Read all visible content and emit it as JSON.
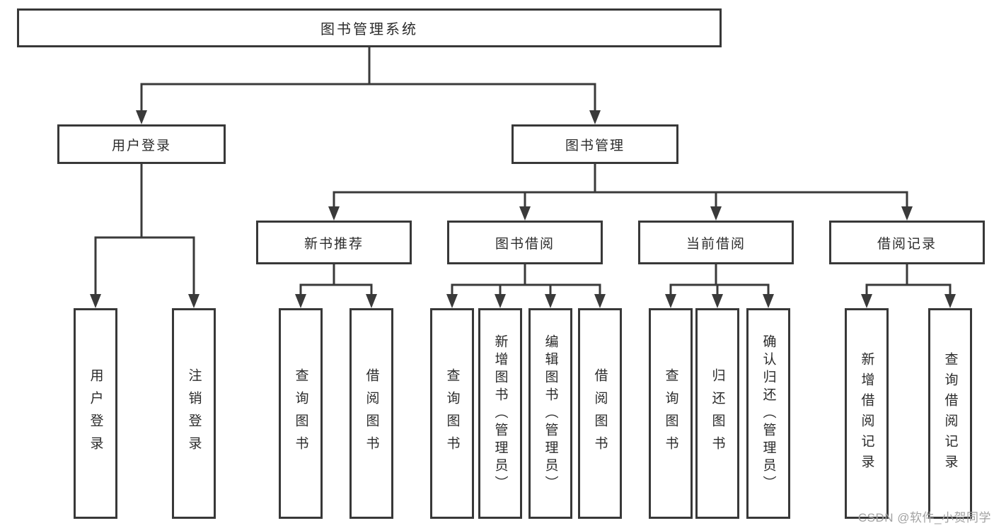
{
  "diagram": {
    "root": {
      "label": "图书管理系统"
    },
    "level2": {
      "user_login": {
        "label": "用户登录"
      },
      "book_management": {
        "label": "图书管理"
      }
    },
    "level3": {
      "new_book_recommend": {
        "label": "新书推荐"
      },
      "book_borrowing": {
        "label": "图书借阅"
      },
      "current_borrowing": {
        "label": "当前借阅"
      },
      "borrowing_records": {
        "label": "借阅记录"
      }
    },
    "leaves": {
      "user_login": {
        "label": "用户登录"
      },
      "logout_login": {
        "label": "注销登录"
      },
      "recommend_query_books": {
        "label": "查询图书"
      },
      "recommend_borrow_books": {
        "label": "借阅图书"
      },
      "borrowing_query_books": {
        "label": "查询图书"
      },
      "borrowing_add_books_admin": {
        "label": "新增图书（管理员）"
      },
      "borrowing_edit_books_admin": {
        "label": "编辑图书（管理员）"
      },
      "borrowing_borrow_books": {
        "label": "借阅图书"
      },
      "current_query_books": {
        "label": "查询图书"
      },
      "current_return_books": {
        "label": "归还图书"
      },
      "current_confirm_return_admin": {
        "label": "确认归还（管理员）"
      },
      "records_add_borrow_record": {
        "label": "新增借阅记录"
      },
      "records_query_borrow_record": {
        "label": "查询借阅记录"
      }
    }
  },
  "watermark": {
    "text": "CSDN @软件_小贺同学"
  },
  "colors": {
    "line": "#3a3a3a",
    "box_border": "#383838",
    "text": "#2b2b2b",
    "watermark": "#a2a2a2",
    "background": "#ffffff"
  }
}
